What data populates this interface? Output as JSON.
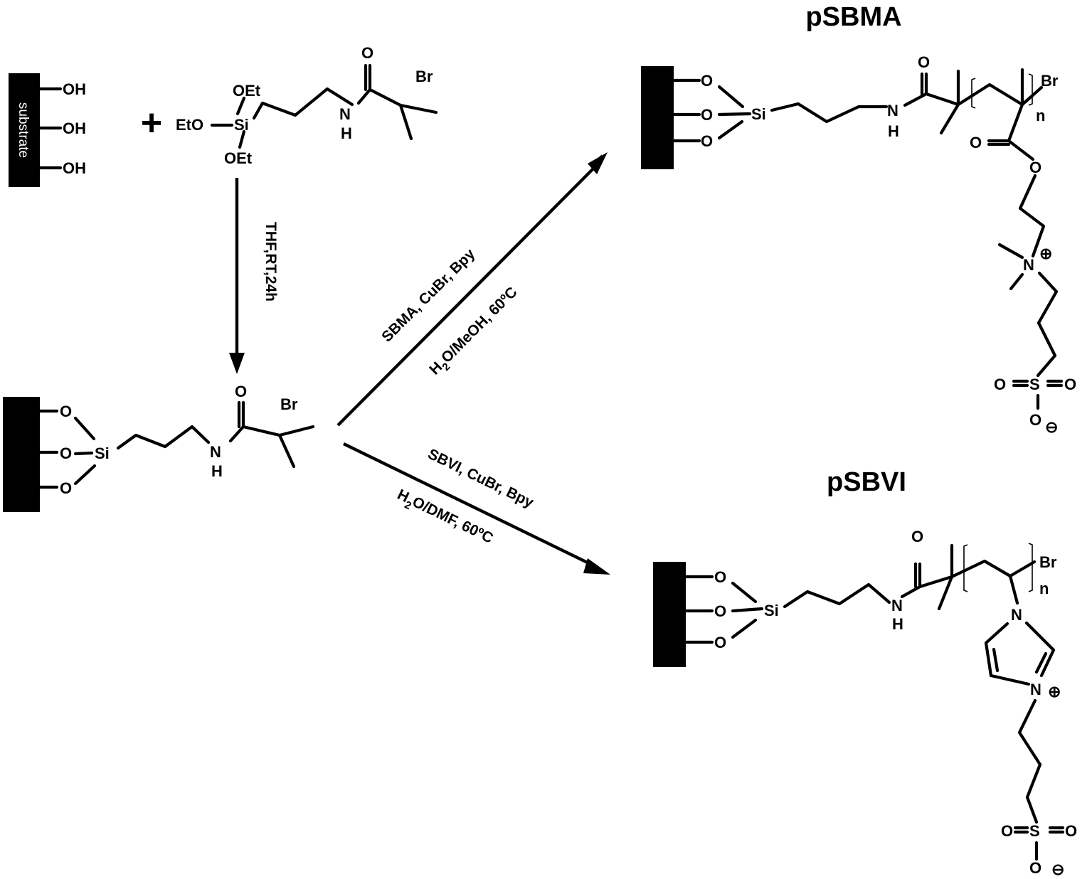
{
  "products": {
    "top_name": "pSBMA",
    "bottom_name": "pSBVI"
  },
  "substrate": {
    "label": "substrate",
    "hydroxyl": "OH"
  },
  "plus_sign": "+",
  "reagent": {
    "silicon": "Si",
    "ethoxy": "OEt",
    "ethoxy_left": "EtO",
    "nitrogen": "N",
    "hydrogen": "H",
    "oxygen": "O",
    "bromine": "Br"
  },
  "steps": {
    "silanization": "THF,RT,24h",
    "sbma_reagents": "SBMA, CuBr, Bpy",
    "sbma_solvent_h": "H",
    "sbma_solvent_sub": "2",
    "sbma_solvent_rest": "O/MeOH, 60ºC",
    "sbvi_reagents": "SBVI, CuBr, Bpy",
    "sbvi_solvent_h": "H",
    "sbvi_solvent_sub": "2",
    "sbvi_solvent_rest": "O/DMF, 60ºC"
  },
  "atoms": {
    "oxygen": "O",
    "silicon": "Si",
    "nitrogen": "N",
    "hydrogen": "H",
    "bromine": "Br",
    "sulfur": "S",
    "repeat_index": "n",
    "plus_charge": "⊕",
    "minus_charge": "⊖"
  },
  "colors": {
    "ink": "#000000",
    "background": "#ffffff"
  }
}
